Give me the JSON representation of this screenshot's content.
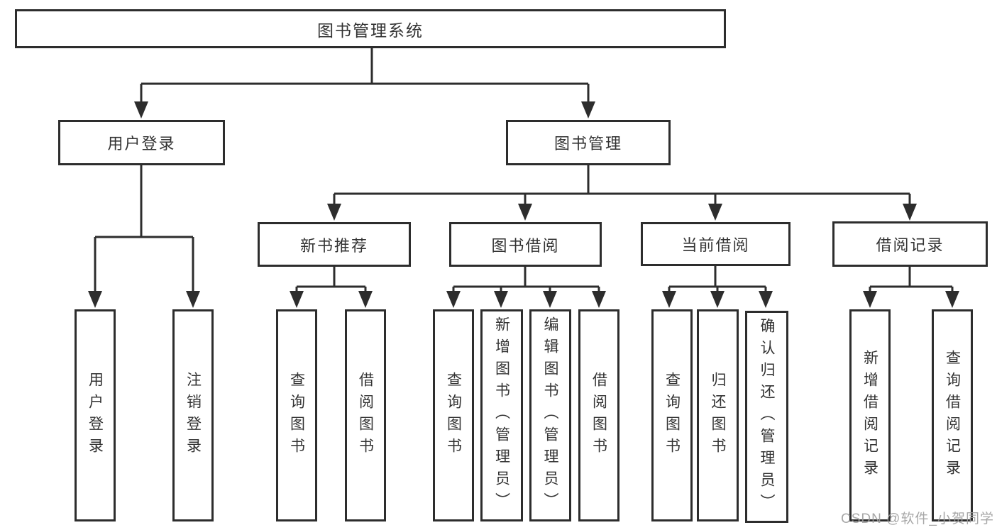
{
  "diagram": {
    "root": {
      "label": "图书管理系统"
    },
    "level2": [
      {
        "label": "用户登录"
      },
      {
        "label": "图书管理"
      }
    ],
    "level3": [
      {
        "label": "新书推荐"
      },
      {
        "label": "图书借阅"
      },
      {
        "label": "当前借阅"
      },
      {
        "label": "借阅记录"
      }
    ],
    "leaves": {
      "user_login": [
        "用户登录",
        "注销登录"
      ],
      "new_book_recommend": [
        "查询图书",
        "借阅图书"
      ],
      "book_borrow": [
        "查询图书",
        "新增图书（管理员）",
        "编辑图书（管理员）",
        "借阅图书"
      ],
      "current_borrow": [
        "查询图书",
        "归还图书",
        "确认归还（管理员）"
      ],
      "borrow_records": [
        "新增借阅记录",
        "查询借阅记录"
      ]
    }
  },
  "watermark": {
    "text": "CSDN @软件_小贺同学"
  },
  "colors": {
    "line": "#333333",
    "border": "#2d2d2d",
    "text": "#333333",
    "watermark": "#9e9e9e",
    "background": "#ffffff"
  }
}
